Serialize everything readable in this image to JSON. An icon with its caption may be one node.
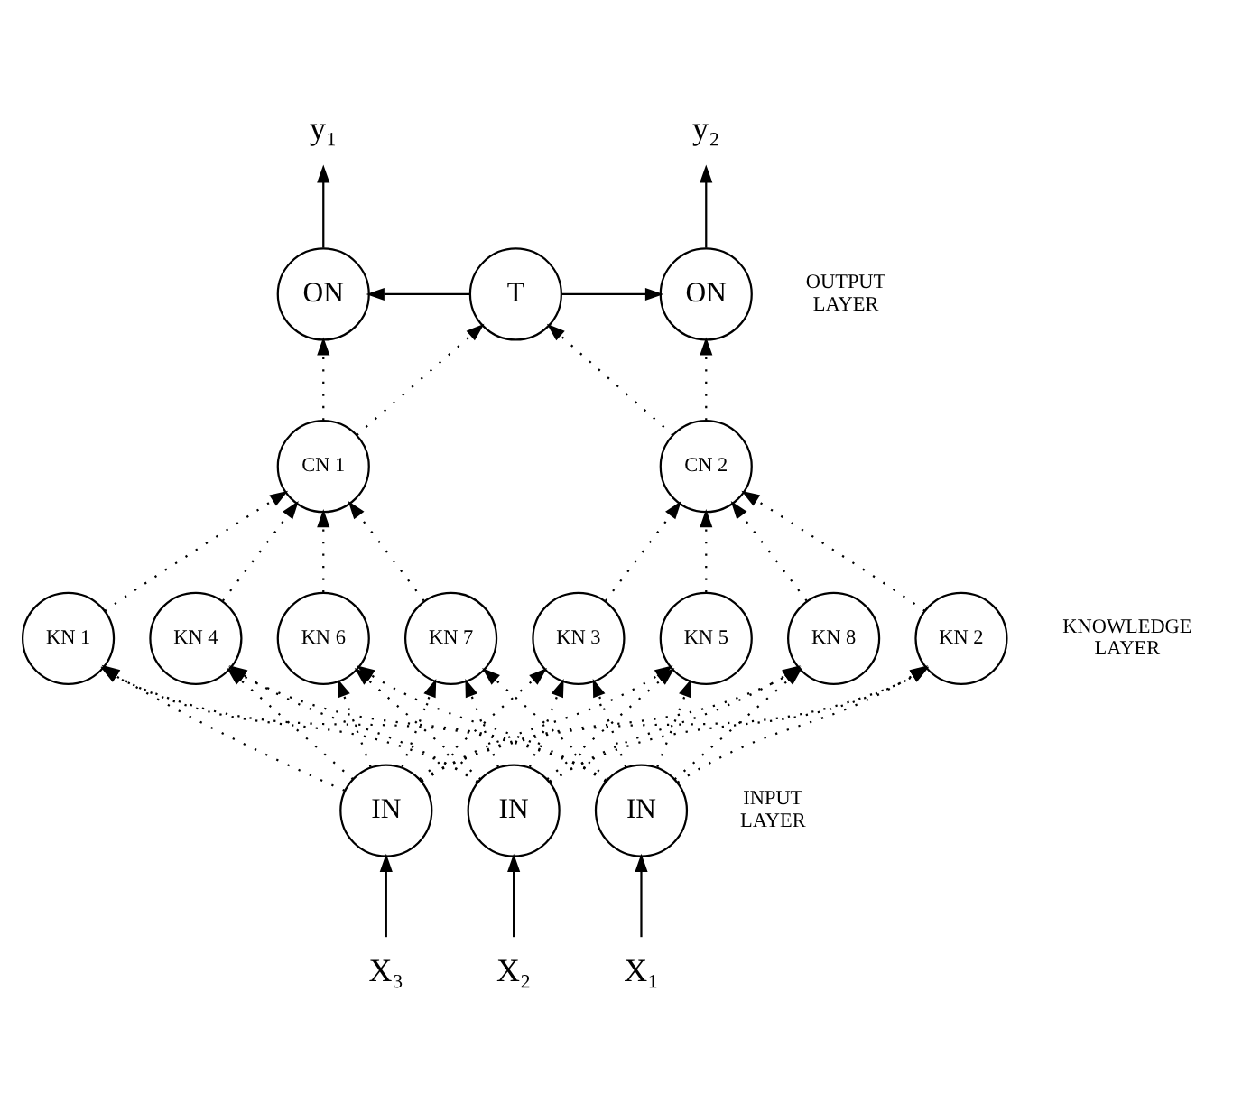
{
  "diagram": {
    "nodes": [
      {
        "text": [
          "y₁"
        ]
      },
      {
        "text": [
          "y₂"
        ]
      },
      {
        "text": [
          "ON"
        ]
      },
      {
        "text": [
          "ON"
        ]
      },
      {
        "text": [
          "T"
        ]
      },
      {
        "text": [
          "CN 1"
        ]
      },
      {
        "text": [
          "CN 2"
        ]
      },
      {
        "text": [
          "KN 1"
        ]
      },
      {
        "text": [
          "KN 4"
        ]
      },
      {
        "text": [
          "KN 6"
        ]
      },
      {
        "text": [
          "KN 7"
        ]
      },
      {
        "text": [
          "KN 2"
        ]
      },
      {
        "text": [
          "KN 3"
        ]
      },
      {
        "text": [
          "KN 5"
        ]
      },
      {
        "text": [
          "KN 8"
        ]
      },
      {
        "text": [
          "IN"
        ]
      },
      {
        "text": [
          "IN"
        ]
      },
      {
        "text": [
          "IN"
        ]
      },
      {
        "text": [
          "X₁"
        ]
      },
      {
        "text": [
          "X₂"
        ]
      },
      {
        "text": [
          "X₃"
        ]
      }
    ],
    "edges": [
      {
        "from": 2,
        "to": 0,
        "arrow": "to"
      },
      {
        "from": 3,
        "to": 1,
        "arrow": "to"
      },
      {
        "from": 4,
        "to": 2,
        "arrow": "to"
      },
      {
        "from": 4,
        "to": 3,
        "arrow": "to"
      },
      {
        "from": 5,
        "to": 2,
        "arrow": "to",
        "style": "dashed"
      },
      {
        "from": 6,
        "to": 3,
        "arrow": "to",
        "style": "dashed"
      },
      {
        "from": 5,
        "to": 4,
        "arrow": "to",
        "style": "dashed"
      },
      {
        "from": 6,
        "to": 4,
        "arrow": "to",
        "style": "dashed"
      },
      {
        "from": 7,
        "to": 5,
        "arrow": "to",
        "style": "dashed"
      },
      {
        "from": 8,
        "to": 5,
        "arrow": "to",
        "style": "dashed"
      },
      {
        "from": 9,
        "to": 5,
        "arrow": "to",
        "style": "dashed"
      },
      {
        "from": 10,
        "to": 5,
        "arrow": "to",
        "style": "dashed"
      },
      {
        "from": 11,
        "to": 6,
        "arrow": "to",
        "style": "dashed"
      },
      {
        "from": 12,
        "to": 6,
        "arrow": "to",
        "style": "dashed"
      },
      {
        "from": 13,
        "to": 6,
        "arrow": "to",
        "style": "dashed"
      },
      {
        "from": 14,
        "to": 6,
        "arrow": "to",
        "style": "dashed"
      },
      {
        "from": 15,
        "to": 7,
        "arrow": "to",
        "style": "dashed"
      },
      {
        "from": 15,
        "to": 8,
        "arrow": "to",
        "style": "dashed"
      },
      {
        "from": 15,
        "to": 9,
        "arrow": "to",
        "style": "dashed"
      },
      {
        "from": 15,
        "to": 10,
        "arrow": "to",
        "style": "dashed"
      },
      {
        "from": 15,
        "to": 11,
        "arrow": "to",
        "style": "dashed"
      },
      {
        "from": 15,
        "to": 12,
        "arrow": "to",
        "style": "dashed"
      },
      {
        "from": 15,
        "to": 13,
        "arrow": "to",
        "style": "dashed"
      },
      {
        "from": 15,
        "to": 14,
        "arrow": "to",
        "style": "dashed"
      },
      {
        "from": 16,
        "to": 7,
        "arrow": "to",
        "style": "dashed"
      },
      {
        "from": 16,
        "to": 8,
        "arrow": "to",
        "style": "dashed"
      },
      {
        "from": 16,
        "to": 9,
        "arrow": "to",
        "style": "dashed"
      },
      {
        "from": 16,
        "to": 10,
        "arrow": "to",
        "style": "dashed"
      },
      {
        "from": 16,
        "to": 11,
        "arrow": "to",
        "style": "dashed"
      },
      {
        "from": 16,
        "to": 12,
        "arrow": "to",
        "style": "dashed"
      },
      {
        "from": 16,
        "to": 13,
        "arrow": "to",
        "style": "dashed"
      },
      {
        "from": 16,
        "to": 14,
        "arrow": "to",
        "style": "dashed"
      },
      {
        "from": 17,
        "to": 7,
        "arrow": "to",
        "style": "dashed"
      },
      {
        "from": 17,
        "to": 8,
        "arrow": "to",
        "style": "dashed"
      },
      {
        "from": 17,
        "to": 9,
        "arrow": "to",
        "style": "dashed"
      },
      {
        "from": 17,
        "to": 10,
        "arrow": "to",
        "style": "dashed"
      },
      {
        "from": 17,
        "to": 11,
        "arrow": "to",
        "style": "dashed"
      },
      {
        "from": 17,
        "to": 12,
        "arrow": "to",
        "style": "dashed"
      },
      {
        "from": 17,
        "to": 13,
        "arrow": "to",
        "style": "dashed"
      },
      {
        "from": 17,
        "to": 14,
        "arrow": "to",
        "style": "dashed"
      },
      {
        "from": 18,
        "to": 15,
        "arrow": "to"
      },
      {
        "from": 19,
        "to": 16,
        "arrow": "to"
      },
      {
        "from": 20,
        "to": 17,
        "arrow": "to"
      }
    ],
    "labels": [
      "OUTPUT LAYER",
      "KNOWLEDGE LAYER",
      "INPUT LAYER"
    ]
  }
}
